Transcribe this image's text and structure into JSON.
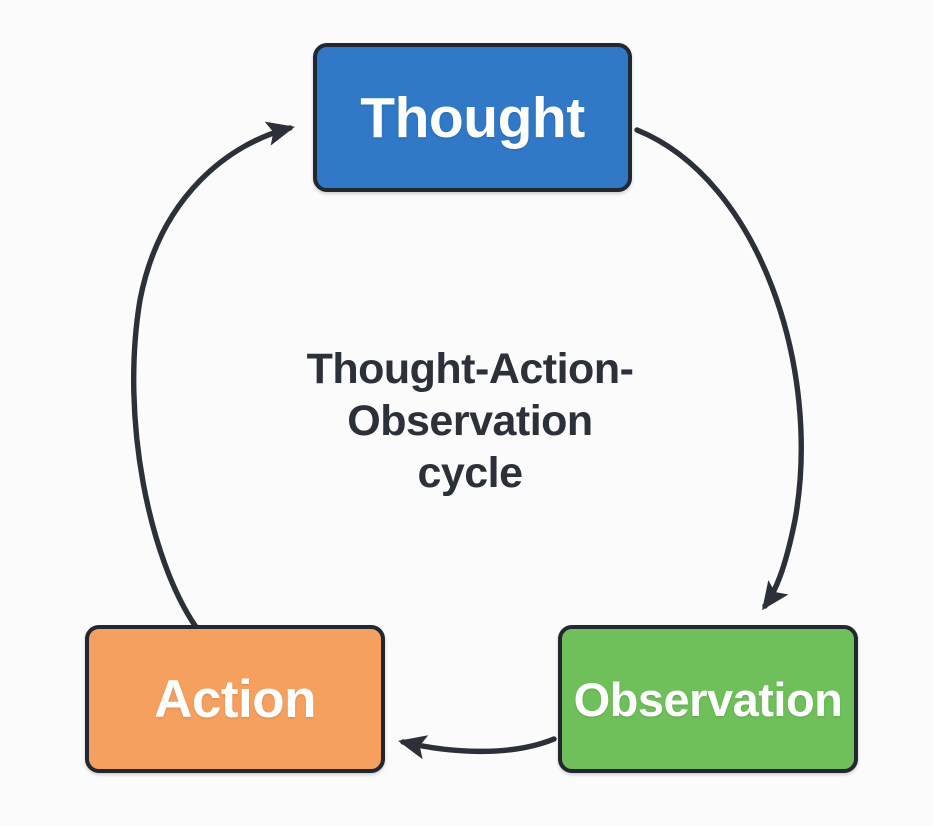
{
  "diagram": {
    "title": "Thought-Action-Observation cycle",
    "background_color": "#fbfbfb",
    "center_label": "Thought-Action-\nObservation\ncycle",
    "center_label_color": "#2b3039",
    "stroke_color": "#23272f",
    "nodes": [
      {
        "id": "thought",
        "label": "Thought",
        "fill": "#3178c6",
        "text_color": "#ffffff"
      },
      {
        "id": "action",
        "label": "Action",
        "fill": "#f5a05f",
        "text_color": "#ffffff"
      },
      {
        "id": "observation",
        "label": "Observation",
        "fill": "#6fbf5a",
        "text_color": "#ffffff"
      }
    ],
    "edges": [
      {
        "id": "thought-to-observation",
        "from": "Thought",
        "to": "Observation"
      },
      {
        "id": "observation-to-action",
        "from": "Observation",
        "to": "Action"
      },
      {
        "id": "action-to-thought",
        "from": "Action",
        "to": "Thought"
      }
    ]
  }
}
